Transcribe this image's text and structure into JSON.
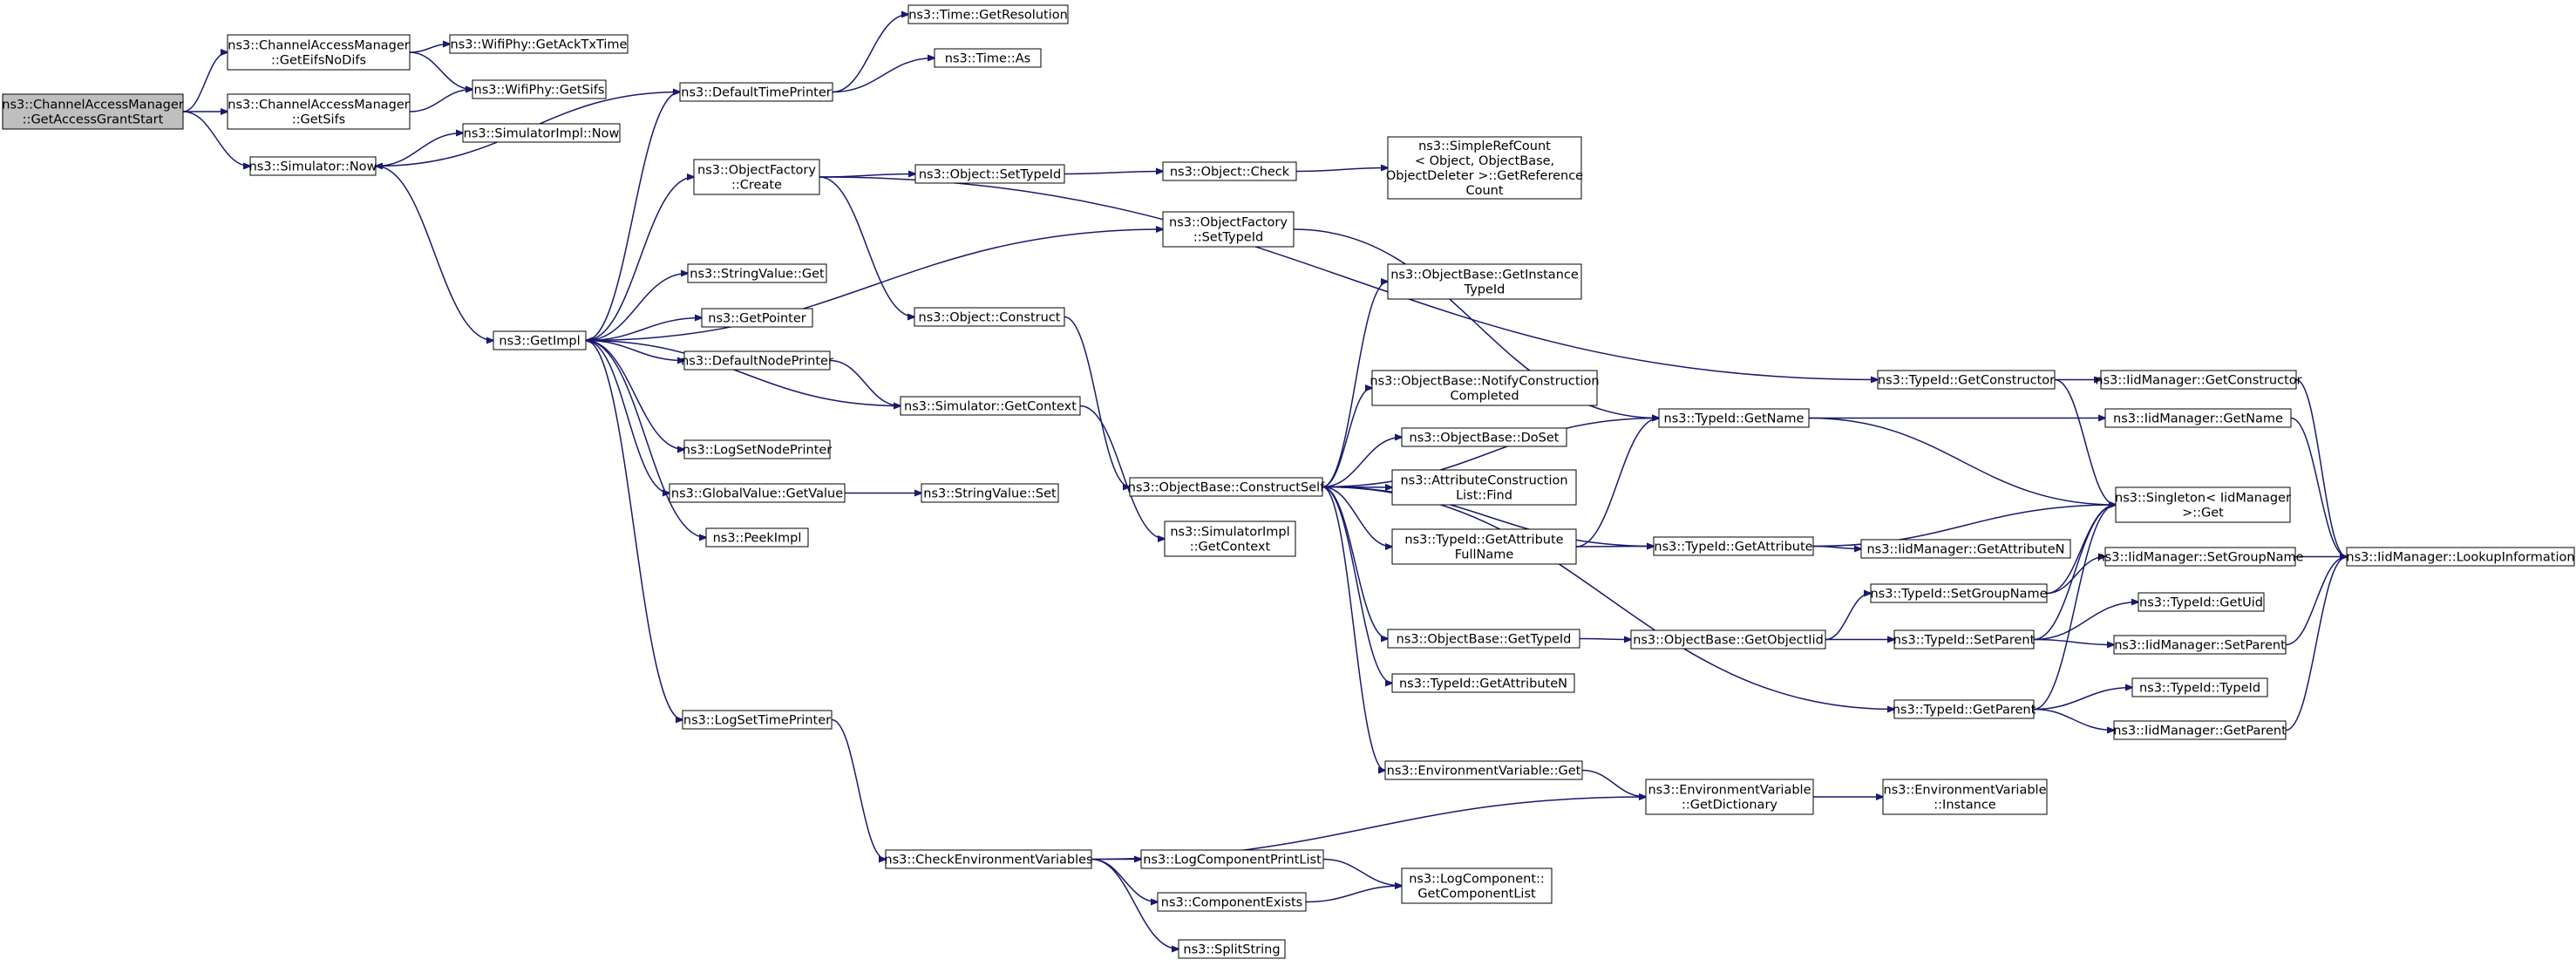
{
  "graph": {
    "colors": {
      "edge": "#191970",
      "node_border": "#000000",
      "root_fill": "#bfbfbf",
      "node_fill": "#ffffff"
    },
    "nodes": [
      {
        "id": "root",
        "lines": [
          "ns3::ChannelAccessManager",
          "::GetAccessGrantStart"
        ],
        "root": true
      },
      {
        "id": "eifs",
        "lines": [
          "ns3::ChannelAccessManager",
          "::GetEifsNoDifs"
        ]
      },
      {
        "id": "cam_sifs",
        "lines": [
          "ns3::ChannelAccessManager",
          "::GetSifs"
        ]
      },
      {
        "id": "sim_now",
        "lines": [
          "ns3::Simulator::Now"
        ]
      },
      {
        "id": "ack",
        "lines": [
          "ns3::WifiPhy::GetAckTxTime"
        ]
      },
      {
        "id": "phy_sifs",
        "lines": [
          "ns3::WifiPhy::GetSifs"
        ]
      },
      {
        "id": "simimpl_now",
        "lines": [
          "ns3::SimulatorImpl::Now"
        ]
      },
      {
        "id": "getimpl",
        "lines": [
          "ns3::GetImpl"
        ]
      },
      {
        "id": "dtp",
        "lines": [
          "ns3::DefaultTimePrinter"
        ]
      },
      {
        "id": "time_res",
        "lines": [
          "ns3::Time::GetResolution"
        ]
      },
      {
        "id": "time_as",
        "lines": [
          "ns3::Time::As"
        ]
      },
      {
        "id": "of_create",
        "lines": [
          "ns3::ObjectFactory",
          "::Create"
        ]
      },
      {
        "id": "obj_settid",
        "lines": [
          "ns3::Object::SetTypeId"
        ]
      },
      {
        "id": "obj_check",
        "lines": [
          "ns3::Object::Check"
        ]
      },
      {
        "id": "srefcount",
        "lines": [
          "ns3::SimpleRefCount",
          "< Object, ObjectBase,",
          "ObjectDeleter >::GetReference",
          "Count"
        ]
      },
      {
        "id": "of_settid",
        "lines": [
          "ns3::ObjectFactory",
          "::SetTypeId"
        ]
      },
      {
        "id": "strval_get",
        "lines": [
          "ns3::StringValue::Get"
        ]
      },
      {
        "id": "getpointer",
        "lines": [
          "ns3::GetPointer"
        ]
      },
      {
        "id": "dnp",
        "lines": [
          "ns3::DefaultNodePrinter"
        ]
      },
      {
        "id": "obj_construct",
        "lines": [
          "ns3::Object::Construct"
        ]
      },
      {
        "id": "sim_getctx",
        "lines": [
          "ns3::Simulator::GetContext"
        ]
      },
      {
        "id": "lsnp",
        "lines": [
          "ns3::LogSetNodePrinter"
        ]
      },
      {
        "id": "gv_getvalue",
        "lines": [
          "ns3::GlobalValue::GetValue"
        ]
      },
      {
        "id": "strval_set",
        "lines": [
          "ns3::StringValue::Set"
        ]
      },
      {
        "id": "peekimpl",
        "lines": [
          "ns3::PeekImpl"
        ]
      },
      {
        "id": "ob_cself",
        "lines": [
          "ns3::ObjectBase::ConstructSelf"
        ]
      },
      {
        "id": "simimpl_ctx",
        "lines": [
          "ns3::SimulatorImpl",
          "::GetContext"
        ]
      },
      {
        "id": "ob_getinst",
        "lines": [
          "ns3::ObjectBase::GetInstance",
          "TypeId"
        ]
      },
      {
        "id": "ob_notify",
        "lines": [
          "ns3::ObjectBase::NotifyConstruction",
          "Completed"
        ]
      },
      {
        "id": "ob_doset",
        "lines": [
          "ns3::ObjectBase::DoSet"
        ]
      },
      {
        "id": "acl_find",
        "lines": [
          "ns3::AttributeConstruction",
          "List::Find"
        ]
      },
      {
        "id": "tid_getattrfn",
        "lines": [
          "ns3::TypeId::GetAttribute",
          "FullName"
        ]
      },
      {
        "id": "ob_gettid",
        "lines": [
          "ns3::ObjectBase::GetTypeId"
        ]
      },
      {
        "id": "tid_getattrn",
        "lines": [
          "ns3::TypeId::GetAttributeN"
        ]
      },
      {
        "id": "env_get",
        "lines": [
          "ns3::EnvironmentVariable::Get"
        ]
      },
      {
        "id": "tid_getname",
        "lines": [
          "ns3::TypeId::GetName"
        ]
      },
      {
        "id": "tid_getctor",
        "lines": [
          "ns3::TypeId::GetConstructor"
        ]
      },
      {
        "id": "iid_getctor",
        "lines": [
          "ns3::IidManager::GetConstructor"
        ]
      },
      {
        "id": "iid_getname",
        "lines": [
          "ns3::IidManager::GetName"
        ]
      },
      {
        "id": "singleton",
        "lines": [
          "ns3::Singleton< IidManager",
          ">::Get"
        ]
      },
      {
        "id": "tid_getattr",
        "lines": [
          "ns3::TypeId::GetAttribute"
        ]
      },
      {
        "id": "iid_getattrn",
        "lines": [
          "ns3::IidManager::GetAttributeN"
        ]
      },
      {
        "id": "tid_setgroup",
        "lines": [
          "ns3::TypeId::SetGroupName"
        ]
      },
      {
        "id": "iid_setgroup",
        "lines": [
          "ns3::IidManager::SetGroupName"
        ]
      },
      {
        "id": "iid_lookup",
        "lines": [
          "ns3::IidManager::LookupInformation"
        ]
      },
      {
        "id": "ob_getobjtid",
        "lines": [
          "ns3::ObjectBase::GetObjectIid"
        ]
      },
      {
        "id": "tid_setparent",
        "lines": [
          "ns3::TypeId::SetParent"
        ]
      },
      {
        "id": "tid_getuid",
        "lines": [
          "ns3::TypeId::GetUid"
        ]
      },
      {
        "id": "iid_setparent",
        "lines": [
          "ns3::IidManager::SetParent"
        ]
      },
      {
        "id": "tid_getparent",
        "lines": [
          "ns3::TypeId::GetParent"
        ]
      },
      {
        "id": "tid_typeid",
        "lines": [
          "ns3::TypeId::TypeId"
        ]
      },
      {
        "id": "iid_getparent",
        "lines": [
          "ns3::IidManager::GetParent"
        ]
      },
      {
        "id": "lstp",
        "lines": [
          "ns3::LogSetTimePrinter"
        ]
      },
      {
        "id": "cev",
        "lines": [
          "ns3::CheckEnvironmentVariables"
        ]
      },
      {
        "id": "env_getdict",
        "lines": [
          "ns3::EnvironmentVariable",
          "::GetDictionary"
        ]
      },
      {
        "id": "env_inst",
        "lines": [
          "ns3::EnvironmentVariable",
          "::Instance"
        ]
      },
      {
        "id": "lcpl",
        "lines": [
          "ns3::LogComponentPrintList"
        ]
      },
      {
        "id": "comp_exists",
        "lines": [
          "ns3::ComponentExists"
        ]
      },
      {
        "id": "lc_getcl",
        "lines": [
          "ns3::LogComponent::",
          "GetComponentList"
        ]
      },
      {
        "id": "splitstr",
        "lines": [
          "ns3::SplitString"
        ]
      }
    ],
    "edges": [
      [
        "root",
        "eifs"
      ],
      [
        "root",
        "cam_sifs"
      ],
      [
        "root",
        "sim_now"
      ],
      [
        "eifs",
        "ack"
      ],
      [
        "eifs",
        "phy_sifs"
      ],
      [
        "cam_sifs",
        "phy_sifs"
      ],
      [
        "sim_now",
        "simimpl_now"
      ],
      [
        "sim_now",
        "getimpl"
      ],
      [
        "dtp",
        "time_res"
      ],
      [
        "dtp",
        "time_as"
      ],
      [
        "dtp",
        "sim_now"
      ],
      [
        "getimpl",
        "dtp"
      ],
      [
        "getimpl",
        "of_create"
      ],
      [
        "getimpl",
        "of_settid"
      ],
      [
        "getimpl",
        "strval_get"
      ],
      [
        "getimpl",
        "getpointer"
      ],
      [
        "getimpl",
        "dnp"
      ],
      [
        "getimpl",
        "lsnp"
      ],
      [
        "getimpl",
        "gv_getvalue"
      ],
      [
        "getimpl",
        "peekimpl"
      ],
      [
        "getimpl",
        "lstp"
      ],
      [
        "of_create",
        "obj_settid"
      ],
      [
        "of_create",
        "obj_construct"
      ],
      [
        "of_create",
        "tid_getctor"
      ],
      [
        "obj_settid",
        "obj_check"
      ],
      [
        "obj_check",
        "srefcount"
      ],
      [
        "of_settid",
        "tid_getname"
      ],
      [
        "dnp",
        "sim_getctx"
      ],
      [
        "sim_getctx",
        "getimpl"
      ],
      [
        "sim_getctx",
        "simimpl_ctx"
      ],
      [
        "gv_getvalue",
        "strval_set"
      ],
      [
        "obj_construct",
        "ob_cself"
      ],
      [
        "ob_cself",
        "ob_getinst"
      ],
      [
        "ob_cself",
        "ob_notify"
      ],
      [
        "ob_cself",
        "ob_doset"
      ],
      [
        "ob_cself",
        "acl_find"
      ],
      [
        "ob_cself",
        "tid_getattrfn"
      ],
      [
        "ob_cself",
        "ob_gettid"
      ],
      [
        "ob_cself",
        "tid_getattrn"
      ],
      [
        "ob_cself",
        "env_get"
      ],
      [
        "ob_cself",
        "tid_getname"
      ],
      [
        "ob_cself",
        "tid_getattr"
      ],
      [
        "ob_cself",
        "tid_getparent"
      ],
      [
        "tid_getattrfn",
        "tid_getname"
      ],
      [
        "tid_getattrfn",
        "tid_getattr"
      ],
      [
        "tid_getname",
        "iid_getname"
      ],
      [
        "tid_getname",
        "singleton"
      ],
      [
        "tid_getctor",
        "iid_getctor"
      ],
      [
        "tid_getctor",
        "singleton"
      ],
      [
        "iid_getctor",
        "iid_lookup"
      ],
      [
        "iid_getname",
        "iid_lookup"
      ],
      [
        "tid_getattr",
        "singleton"
      ],
      [
        "tid_getattr",
        "iid_getattrn"
      ],
      [
        "ob_gettid",
        "ob_getobjtid"
      ],
      [
        "ob_getobjtid",
        "tid_setgroup"
      ],
      [
        "ob_getobjtid",
        "tid_setparent"
      ],
      [
        "tid_setgroup",
        "singleton"
      ],
      [
        "tid_setgroup",
        "iid_setgroup"
      ],
      [
        "iid_setgroup",
        "iid_lookup"
      ],
      [
        "tid_setparent",
        "singleton"
      ],
      [
        "tid_setparent",
        "tid_getuid"
      ],
      [
        "tid_setparent",
        "iid_setparent"
      ],
      [
        "iid_setparent",
        "iid_lookup"
      ],
      [
        "tid_getparent",
        "singleton"
      ],
      [
        "tid_getparent",
        "tid_typeid"
      ],
      [
        "tid_getparent",
        "iid_getparent"
      ],
      [
        "iid_getparent",
        "iid_lookup"
      ],
      [
        "env_get",
        "env_getdict"
      ],
      [
        "env_getdict",
        "env_inst"
      ],
      [
        "lstp",
        "cev"
      ],
      [
        "cev",
        "env_getdict"
      ],
      [
        "cev",
        "lcpl"
      ],
      [
        "cev",
        "comp_exists"
      ],
      [
        "cev",
        "splitstr"
      ],
      [
        "lcpl",
        "lc_getcl"
      ],
      [
        "comp_exists",
        "lc_getcl"
      ]
    ]
  }
}
